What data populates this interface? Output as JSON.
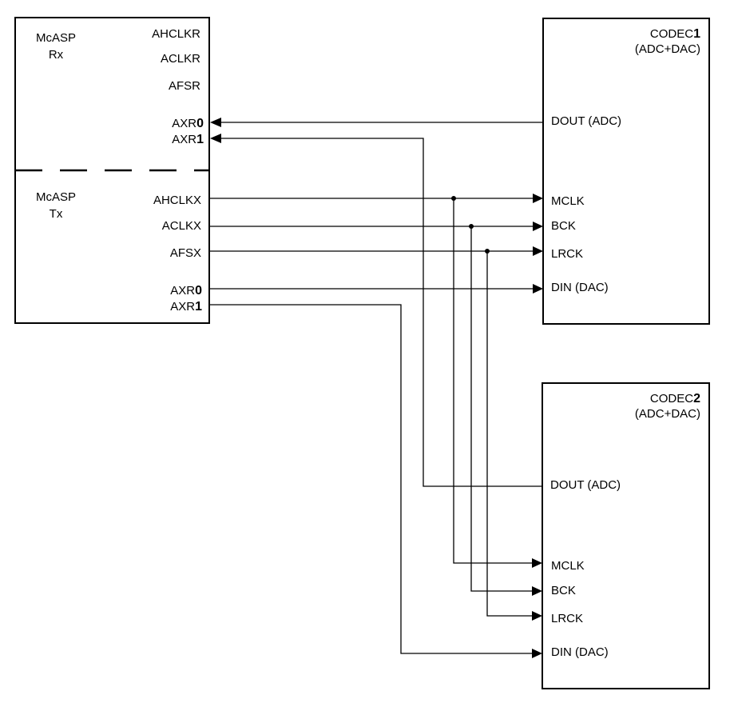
{
  "mcasp": {
    "rx_label_1": "McASP",
    "rx_label_2": "Rx",
    "tx_label_1": "McASP",
    "tx_label_2": "Tx",
    "pins": {
      "ahclkr": "AHCLKR",
      "aclkr": "ACLKR",
      "afsr": "AFSR",
      "axr_rx_prefix": "AXR",
      "axr_rx0_num": "0",
      "axr_rx1_num": "1",
      "ahclkx": "AHCLKX",
      "aclkx": "ACLKX",
      "afsx": "AFSX",
      "axr_tx_prefix": "AXR",
      "axr_tx0_num": "0",
      "axr_tx1_num": "1"
    }
  },
  "codec1": {
    "title_prefix": "CODEC",
    "title_num": "1",
    "subtitle": "(ADC+DAC)",
    "dout": "DOUT (ADC)",
    "mclk": "MCLK",
    "bck": "BCK",
    "lrck": "LRCK",
    "din": "DIN (DAC)"
  },
  "codec2": {
    "title_prefix": "CODEC",
    "title_num": "2",
    "subtitle": "(ADC+DAC)",
    "dout": "DOUT (ADC)",
    "mclk": "MCLK",
    "bck": "BCK",
    "lrck": "LRCK",
    "din": "DIN (DAC)"
  }
}
